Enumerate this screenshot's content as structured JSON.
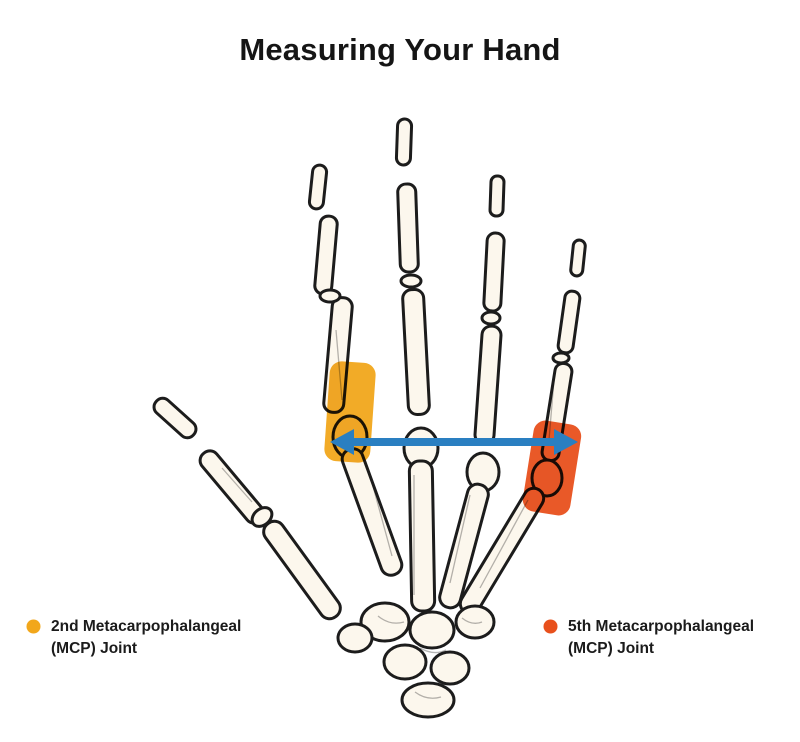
{
  "title": "Measuring Your Hand",
  "legend": {
    "mcp2": {
      "label": "2nd Metacarpophalangeal (MCP) Joint",
      "color": "#F2A71B"
    },
    "mcp5": {
      "label": "5th Metacarpophalangeal (MCP) Joint",
      "color": "#E8501C"
    }
  },
  "colors": {
    "arrow": "#2A7FC1",
    "bone_fill": "#FCF7ED",
    "outline": "#1C1C1C",
    "background": "#FFFFFF",
    "text": "#1B1B1B"
  }
}
